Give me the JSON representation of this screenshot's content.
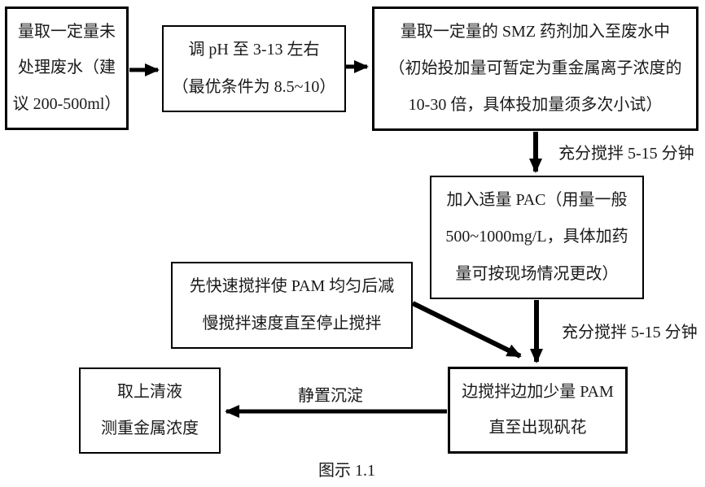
{
  "diagram": {
    "caption": "图示 1.1",
    "boxes": {
      "measure_wastewater": {
        "lines": [
          "量取一定量未",
          "处理废水（建",
          "议 200-500ml）"
        ]
      },
      "adjust_ph": {
        "lines": [
          "调 pH 至 3-13 左右",
          "（最优条件为 8.5~10）"
        ]
      },
      "add_smz": {
        "lines": [
          "量取一定量的 SMZ 药剂加入至废水中",
          "（初始投加量可暂定为重金属离子浓度的",
          "10-30 倍，具体投加量须多次小试）"
        ]
      },
      "add_pac": {
        "lines": [
          "加入适量 PAC（用量一般",
          "500~1000mg/L，具体加药",
          "量可按现场情况更改）"
        ]
      },
      "pam_mixing": {
        "lines": [
          "先快速搅拌使 PAM 均匀后减",
          "慢搅拌速度直至停止搅拌"
        ]
      },
      "add_pam": {
        "lines": [
          "边搅拌边加少量 PAM",
          "直至出现矾花"
        ]
      },
      "take_supernatant": {
        "lines": [
          "取上清液",
          "测重金属浓度"
        ]
      }
    },
    "arrow_labels": {
      "stir_after_smz": "充分搅拌 5-15 分钟",
      "stir_after_pac": "充分搅拌 5-15 分钟",
      "settle": "静置沉淀"
    },
    "colors": {
      "line": "#000000",
      "text": "#1a1a1a",
      "background": "#ffffff"
    }
  }
}
